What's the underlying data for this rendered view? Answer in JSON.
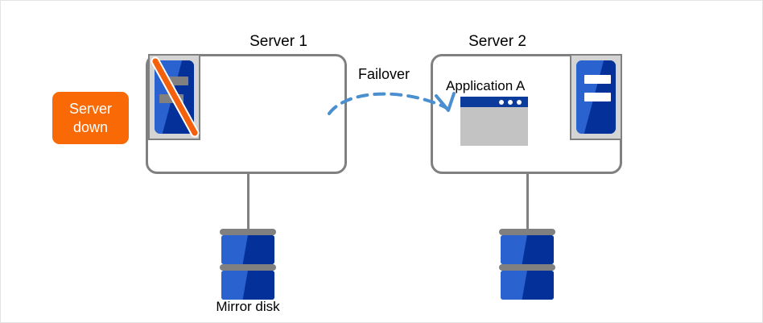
{
  "diagram": {
    "title_server1": "Server 1",
    "title_server2": "Server 2",
    "failover_label": "Failover",
    "application_label": "Application A",
    "mirror_disk_label": "Mirror disk",
    "status_badge": {
      "line1": "Server",
      "line2": "down"
    },
    "icons": {
      "server1_machine": "server-down-icon",
      "server2_machine": "server-running-icon",
      "slash": "disabled-slash-icon",
      "app_window": "application-window-icon",
      "disk1": "mirror-disk-icon",
      "disk2": "mirror-disk-icon",
      "arrow": "failover-arrow-icon"
    },
    "colors": {
      "status_orange": "#f96a06",
      "box_gray": "#808080",
      "server_blue": "#2a62cf",
      "server_blue_dark": "#04309a",
      "arrow_blue": "#4a90d0",
      "titlebar_navy": "#0b3c9b",
      "window_gray": "#c3c3c3",
      "icon_frame_gray": "#d4d4d4",
      "slash_orange": "#f4600c",
      "page_border": "#e3e3e3"
    }
  }
}
